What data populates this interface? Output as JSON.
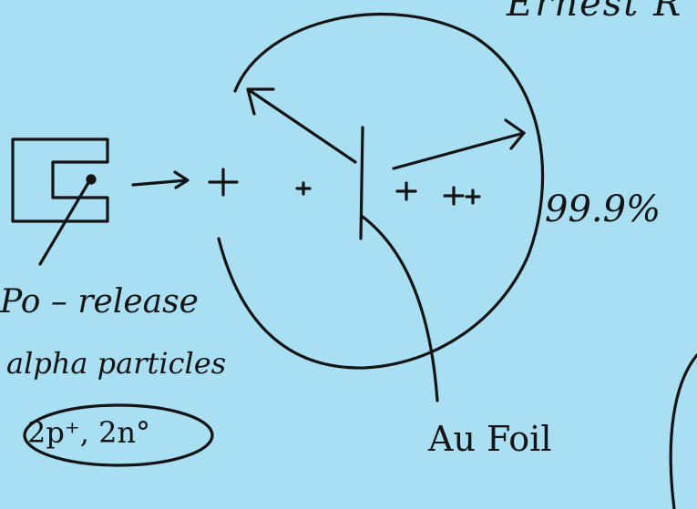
{
  "heading_partial": "Ernest R",
  "deflection_percent": "99.9%",
  "source_label": "Po – release",
  "particle_label": "alpha particles",
  "particle_composition": "2p⁺, 2n°",
  "foil_label": "Au Foil",
  "colors": {
    "background": "#a8dff2",
    "ink": "#141414"
  }
}
